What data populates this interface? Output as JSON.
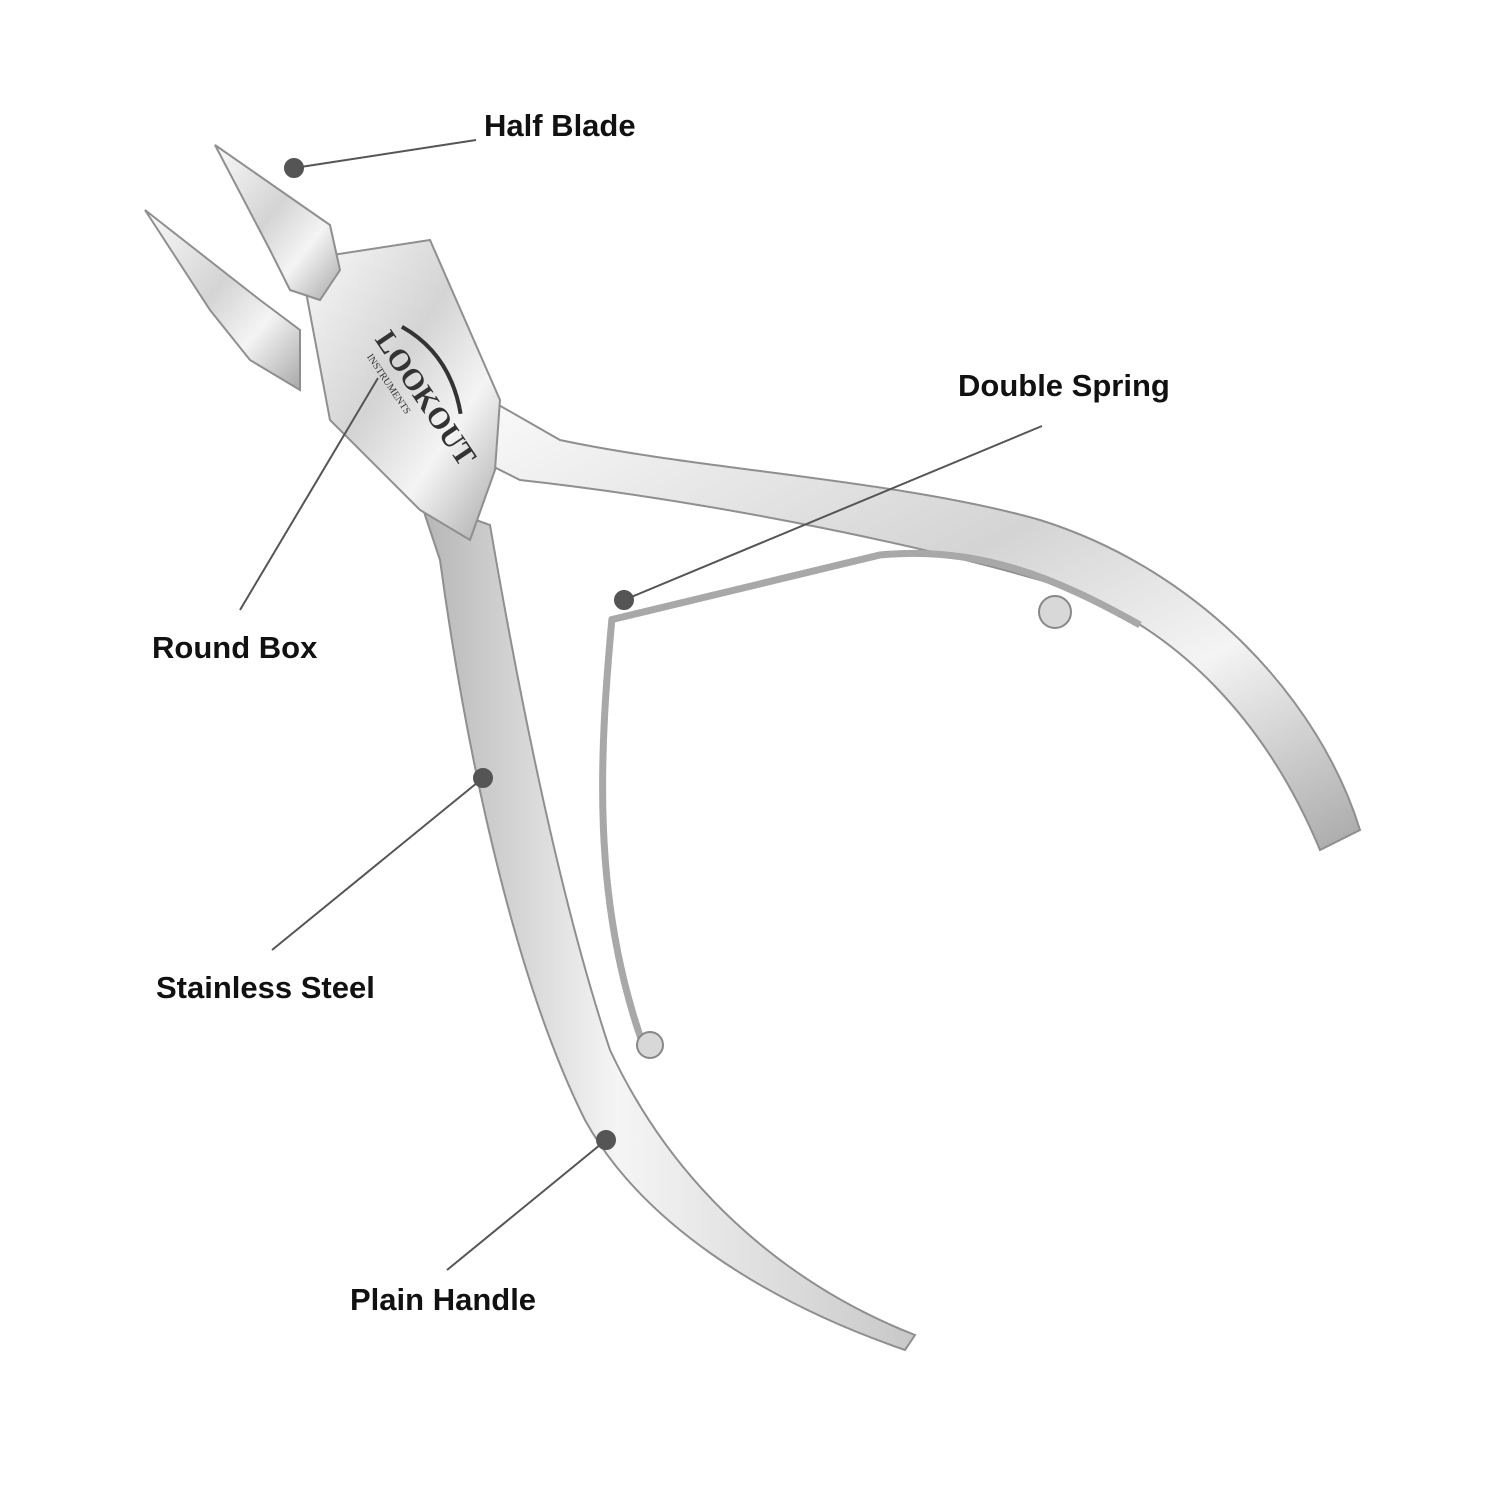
{
  "diagram": {
    "labels": {
      "half_blade": "Half Blade",
      "double_spring": "Double Spring",
      "round_box": "Round Box",
      "stainless_steel": "Stainless Steel",
      "plain_handle": "Plain Handle"
    },
    "logo": {
      "brand": "LOOKOUT",
      "sub": "INSTRUMENTS"
    },
    "colors": {
      "leader": "#555555",
      "dot": "#555555",
      "steel_light": "#f2f2f2",
      "steel_dark": "#9a9a9a"
    }
  }
}
